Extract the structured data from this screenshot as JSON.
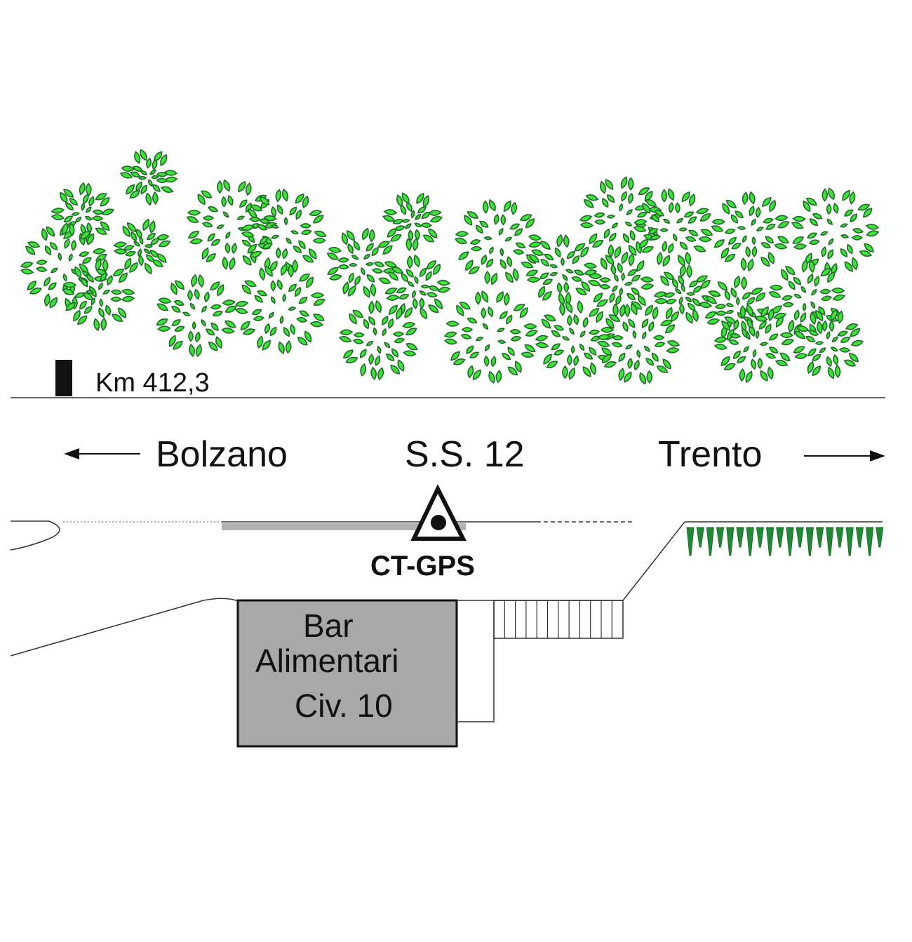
{
  "colors": {
    "leaf_fill": "#3ee03a",
    "leaf_stroke": "#1f6b27",
    "hedge": "#1f8a35",
    "building_fill": "#a8a8a8",
    "line": "#222222",
    "road_strip": "#b3b3b3"
  },
  "labels": {
    "km_marker": "Km 412,3",
    "direction_left": "Bolzano",
    "road_name": "S.S. 12",
    "direction_right": "Trento",
    "station": "CT-GPS",
    "building_line1": "Bar",
    "building_line2": "Alimentari",
    "building_line3": "Civ. 10"
  },
  "icons": {
    "station": "triangle-benchmark-icon",
    "km_marker": "kilometer-post-icon",
    "arrow_left": "arrow-left-icon",
    "arrow_right": "arrow-right-icon",
    "tree": "tree-canopy-icon",
    "hedge": "hedge-plant-icon"
  }
}
